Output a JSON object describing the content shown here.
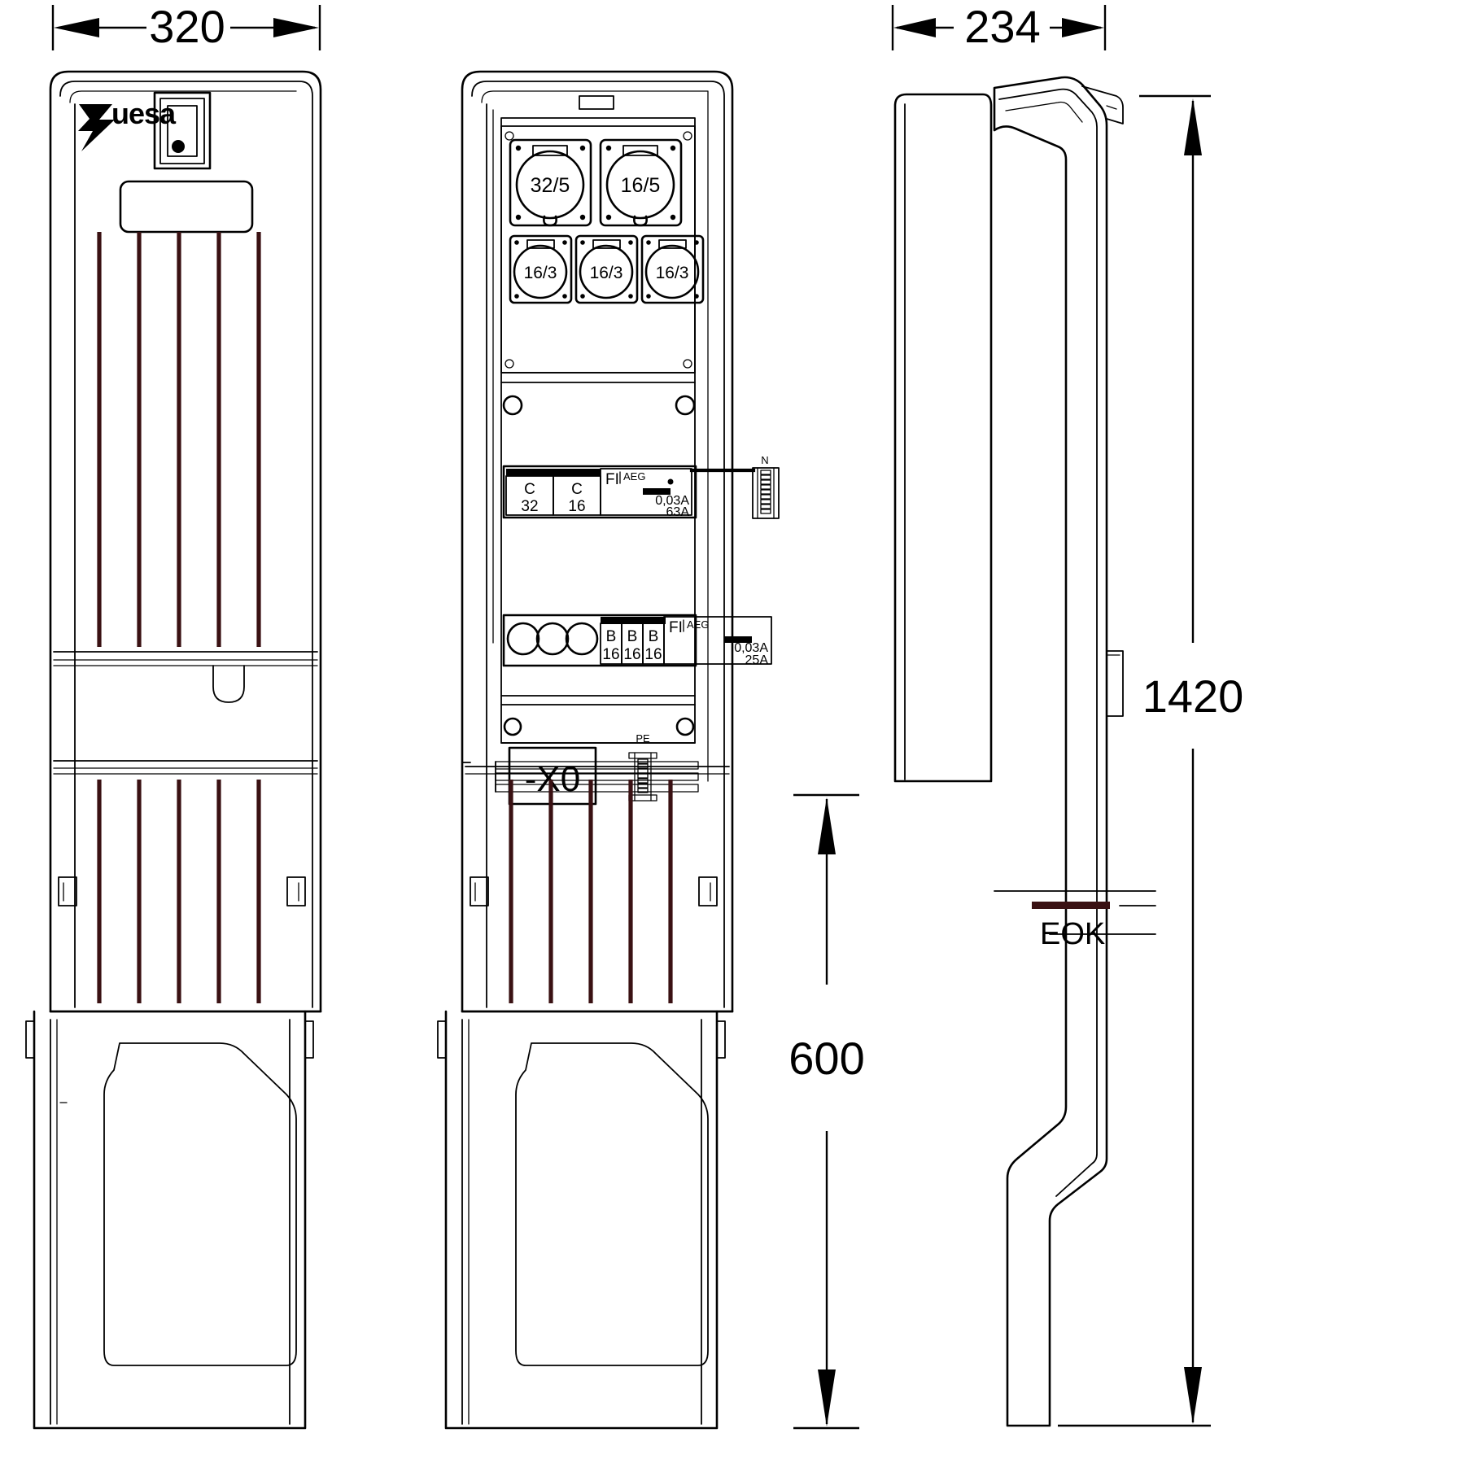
{
  "drawing": {
    "title": "Cable distribution cabinet - technical drawing",
    "views": [
      "front-door-view",
      "front-open-interior-view",
      "side-view"
    ]
  },
  "dimensions": {
    "width_mm": "320",
    "depth_mm": "234",
    "height_mm": "1420",
    "base_height_mm": "600"
  },
  "brand": {
    "logo_text": "uesa"
  },
  "interior": {
    "sockets_row1": [
      {
        "label": "32/5"
      },
      {
        "label": "16/5"
      }
    ],
    "sockets_row2": [
      {
        "label": "16/3"
      },
      {
        "label": "16/3"
      },
      {
        "label": "16/3"
      }
    ],
    "breaker_group_1": {
      "breakers": [
        {
          "char": "C",
          "amps": "32"
        },
        {
          "char": "C",
          "amps": "16"
        }
      ],
      "rcd": {
        "type": "FI",
        "brand": "AEG",
        "sensitivity": "0,03A",
        "rating": "63A"
      },
      "terminal_label": "N"
    },
    "breaker_group_2": {
      "fuse_holders": 3,
      "breakers": [
        {
          "char": "B",
          "amps": "16"
        },
        {
          "char": "B",
          "amps": "16"
        },
        {
          "char": "B",
          "amps": "16"
        }
      ],
      "rcd": {
        "type": "FI",
        "brand": "AEG",
        "sensitivity": "0,03A",
        "rating": "25A"
      }
    },
    "terminal_block": {
      "label": "-X0",
      "pe_label": "PE"
    }
  },
  "side_view": {
    "ground_level_label": "EOK"
  },
  "colors": {
    "outline": "#000000",
    "rib": "#3A1113",
    "background": "#ffffff"
  }
}
